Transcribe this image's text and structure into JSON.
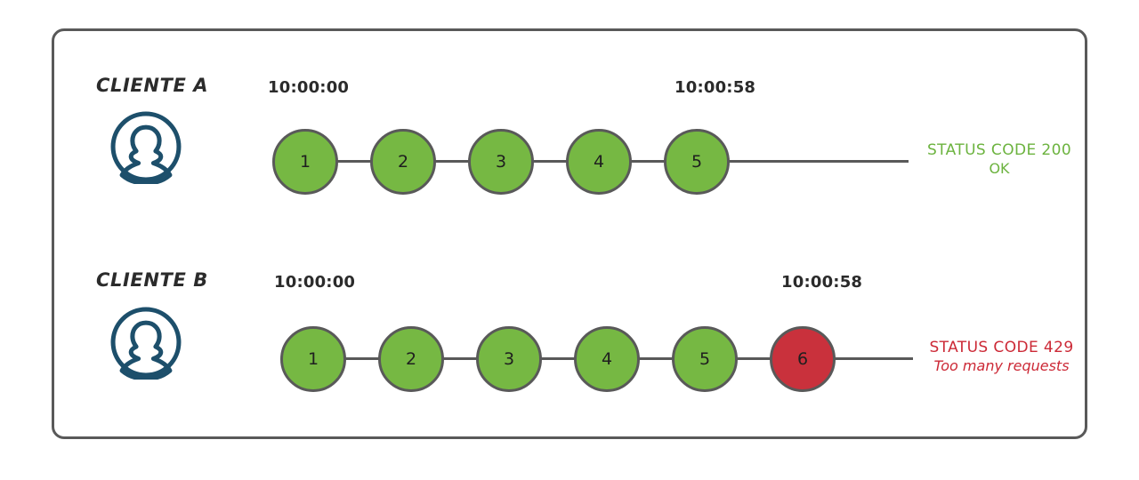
{
  "diagram": {
    "frame": {
      "border_color": "#595959",
      "background": "#ffffff"
    },
    "palette": {
      "node_ok": "#76b843",
      "node_error": "#c9313c",
      "node_stroke": "#595959",
      "avatar": "#1d4f6b",
      "status_ok_text": "#6cb33f",
      "status_error_text": "#cc2936",
      "label_text": "#2b2b2b"
    },
    "rows": [
      {
        "id": "cliente-a",
        "client_label": "CLIENTE A",
        "avatar_icon": "user-avatar-icon",
        "start_time": "10:00:00",
        "end_time": "10:00:58",
        "nodes": [
          {
            "label": "1",
            "state": "ok"
          },
          {
            "label": "2",
            "state": "ok"
          },
          {
            "label": "3",
            "state": "ok"
          },
          {
            "label": "4",
            "state": "ok"
          },
          {
            "label": "5",
            "state": "ok"
          }
        ],
        "status": {
          "state": "ok",
          "line1": "STATUS CODE 200",
          "line2": "OK"
        }
      },
      {
        "id": "cliente-b",
        "client_label": "CLIENTE B",
        "avatar_icon": "user-avatar-icon",
        "start_time": "10:00:00",
        "end_time": "10:00:58",
        "nodes": [
          {
            "label": "1",
            "state": "ok"
          },
          {
            "label": "2",
            "state": "ok"
          },
          {
            "label": "3",
            "state": "ok"
          },
          {
            "label": "4",
            "state": "ok"
          },
          {
            "label": "5",
            "state": "ok"
          },
          {
            "label": "6",
            "state": "error"
          }
        ],
        "status": {
          "state": "error",
          "line1": "STATUS CODE 429",
          "line2": "Too many requests"
        }
      }
    ]
  }
}
